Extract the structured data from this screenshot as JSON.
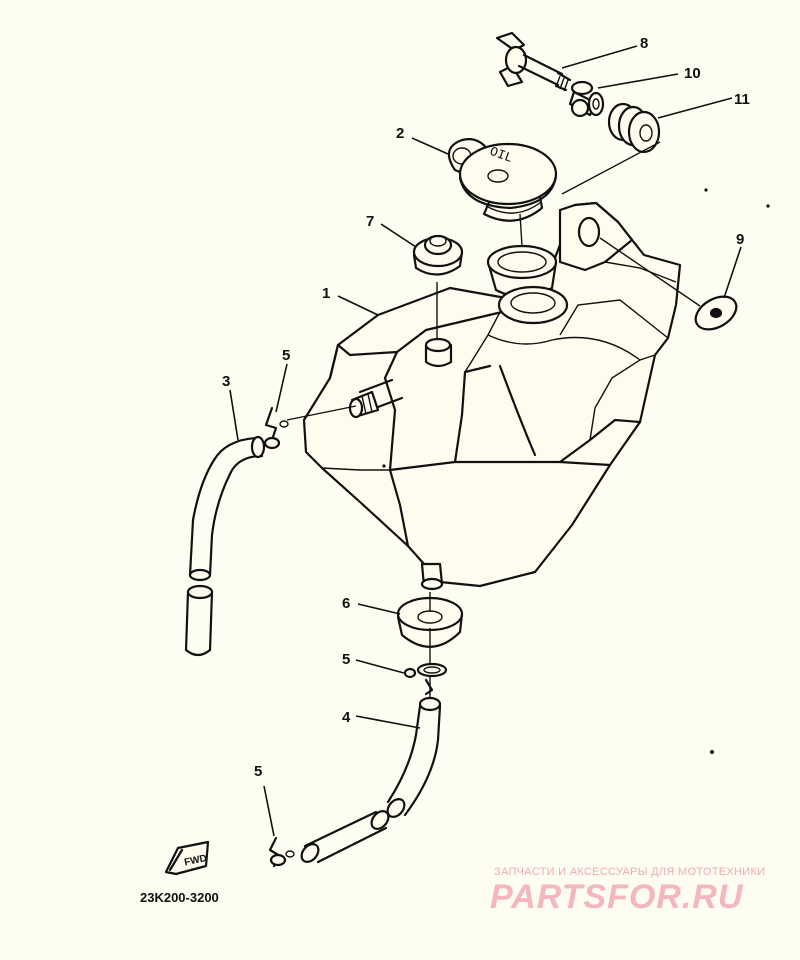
{
  "diagram": {
    "callouts": {
      "c1": "1",
      "c2": "2",
      "c3": "3",
      "c4": "4",
      "c5a": "5",
      "c5b": "5",
      "c5c": "5",
      "c6": "6",
      "c7": "7",
      "c8": "8",
      "c9": "9",
      "c10": "10",
      "c11": "11"
    },
    "cap_marking": "OIL",
    "fwd_mark": "FWD",
    "figure_code": "23K200-3200"
  },
  "watermark": {
    "subtitle": "ЗАПЧАСТИ И АКСЕССУАРЫ ДЛЯ МОТОТЕХНИКИ",
    "brand": "PARTSFOR.RU",
    "color": "#f5b6c1"
  }
}
